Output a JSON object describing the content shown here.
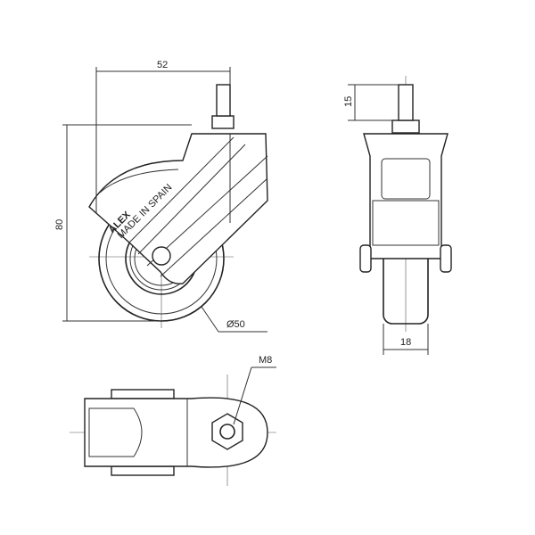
{
  "title": "Swivel caster technical drawing",
  "dimensions": {
    "width_offset": "52",
    "height": "80",
    "stem_length": "15",
    "wheel_width": "18",
    "wheel_diameter": "Ø50",
    "thread": "M8"
  },
  "logo": {
    "brand": "ALEX",
    "origin": "MADE IN SPAIN"
  }
}
